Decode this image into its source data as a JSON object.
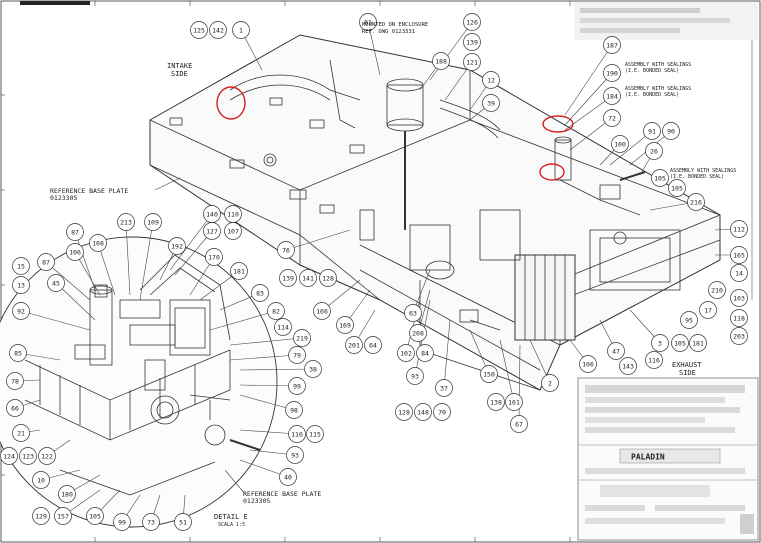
{
  "notes": {
    "mounted": [
      "MOUNTED ON ENCLOSURE",
      "REF. DWG 0123331"
    ],
    "assembly1": [
      "ASSEMBLY WITH SEALINGS",
      "(I.E. BONDED SEAL)"
    ],
    "assembly2": [
      "ASSEMBLY WITH SEALINGS",
      "(I.E. BONDED SEAL)"
    ],
    "assembly3": [
      "ASSEMBLY WITH SEALINGS",
      "(I.E. BONDED SEAL)"
    ],
    "intake": [
      "INTAKE",
      "SIDE"
    ],
    "exhaust": [
      "EXHAUST",
      "SIDE"
    ],
    "refbase": [
      "REFERENCE BASE PLATE",
      "0123305"
    ],
    "refbase2": [
      "REFERENCE BASE PLATE",
      "0123305"
    ],
    "detail": [
      "DETAIL E",
      "SCALA 1:5"
    ]
  },
  "title_block": {
    "logo_text": "PALADIN"
  },
  "balloons": [
    {
      "label": "125",
      "key": "b125"
    },
    {
      "label": "142",
      "key": "b142"
    },
    {
      "label": "1",
      "key": "b1"
    },
    {
      "label": "81",
      "key": "b81"
    },
    {
      "label": "126",
      "key": "b126"
    },
    {
      "label": "139",
      "key": "b139"
    },
    {
      "label": "188",
      "key": "b188"
    },
    {
      "label": "121",
      "key": "b121"
    },
    {
      "label": "12",
      "key": "b12"
    },
    {
      "label": "39",
      "key": "b39"
    },
    {
      "label": "187",
      "key": "b187"
    },
    {
      "label": "190",
      "key": "b190"
    },
    {
      "label": "184",
      "key": "b184"
    },
    {
      "label": "72",
      "key": "b72"
    },
    {
      "label": "91",
      "key": "b91"
    },
    {
      "label": "90",
      "key": "b90"
    },
    {
      "label": "100",
      "key": "b100"
    },
    {
      "label": "26",
      "key": "b26"
    },
    {
      "label": "105",
      "key": "b105a"
    },
    {
      "label": "105",
      "key": "b105b"
    },
    {
      "label": "216",
      "key": "b216"
    },
    {
      "label": "112",
      "key": "b112"
    },
    {
      "label": "165",
      "key": "b165"
    },
    {
      "label": "14",
      "key": "b14"
    },
    {
      "label": "210",
      "key": "b210"
    },
    {
      "label": "103",
      "key": "b103"
    },
    {
      "label": "17",
      "key": "b17"
    },
    {
      "label": "118",
      "key": "b118"
    },
    {
      "label": "95",
      "key": "b95"
    },
    {
      "label": "203",
      "key": "b203"
    },
    {
      "label": "3",
      "key": "b3"
    },
    {
      "label": "105",
      "key": "b105c"
    },
    {
      "label": "181",
      "key": "b181"
    },
    {
      "label": "47",
      "key": "b47"
    },
    {
      "label": "143",
      "key": "b143"
    },
    {
      "label": "116",
      "key": "b116"
    },
    {
      "label": "106",
      "key": "b106"
    },
    {
      "label": "2",
      "key": "b2"
    },
    {
      "label": "67",
      "key": "b67"
    },
    {
      "label": "161",
      "key": "b161"
    },
    {
      "label": "138",
      "key": "b138"
    },
    {
      "label": "150",
      "key": "b150"
    },
    {
      "label": "37",
      "key": "b37"
    },
    {
      "label": "93",
      "key": "b93"
    },
    {
      "label": "102",
      "key": "b102"
    },
    {
      "label": "84",
      "key": "b84"
    },
    {
      "label": "208",
      "key": "b208"
    },
    {
      "label": "63",
      "key": "b63"
    },
    {
      "label": "70",
      "key": "b70"
    },
    {
      "label": "148",
      "key": "b148"
    },
    {
      "label": "128",
      "key": "b128"
    },
    {
      "label": "201",
      "key": "b201"
    },
    {
      "label": "64",
      "key": "b64"
    },
    {
      "label": "169",
      "key": "b169"
    },
    {
      "label": "166",
      "key": "b166"
    },
    {
      "label": "139",
      "key": "b139b"
    },
    {
      "label": "141",
      "key": "b141"
    },
    {
      "label": "128",
      "key": "b128b"
    },
    {
      "label": "76",
      "key": "b76"
    },
    {
      "label": "15",
      "key": "b15"
    },
    {
      "label": "13",
      "key": "b13"
    },
    {
      "label": "87",
      "key": "b87a"
    },
    {
      "label": "87",
      "key": "b87b"
    },
    {
      "label": "106",
      "key": "b106b"
    },
    {
      "label": "108",
      "key": "b108"
    },
    {
      "label": "213",
      "key": "b213"
    },
    {
      "label": "109",
      "key": "b109"
    },
    {
      "label": "140",
      "key": "b140"
    },
    {
      "label": "110",
      "key": "b110"
    },
    {
      "label": "127",
      "key": "b127"
    },
    {
      "label": "107",
      "key": "b107"
    },
    {
      "label": "192",
      "key": "b192"
    },
    {
      "label": "170",
      "key": "b170"
    },
    {
      "label": "181",
      "key": "b181b"
    },
    {
      "label": "83",
      "key": "b83"
    },
    {
      "label": "45",
      "key": "b45"
    },
    {
      "label": "92",
      "key": "b92"
    },
    {
      "label": "82",
      "key": "b82"
    },
    {
      "label": "114",
      "key": "b114"
    },
    {
      "label": "219",
      "key": "b219"
    },
    {
      "label": "79",
      "key": "b79"
    },
    {
      "label": "38",
      "key": "b38"
    },
    {
      "label": "99",
      "key": "b99a"
    },
    {
      "label": "98",
      "key": "b98"
    },
    {
      "label": "116",
      "key": "b116b"
    },
    {
      "label": "115",
      "key": "b115"
    },
    {
      "label": "93",
      "key": "b93b"
    },
    {
      "label": "40",
      "key": "b40"
    },
    {
      "label": "85",
      "key": "b85"
    },
    {
      "label": "78",
      "key": "b78"
    },
    {
      "label": "66",
      "key": "b66"
    },
    {
      "label": "21",
      "key": "b21"
    },
    {
      "label": "124",
      "key": "b124"
    },
    {
      "label": "123",
      "key": "b123"
    },
    {
      "label": "122",
      "key": "b122"
    },
    {
      "label": "10",
      "key": "b10"
    },
    {
      "label": "180",
      "key": "b180"
    },
    {
      "label": "129",
      "key": "b129"
    },
    {
      "label": "157",
      "key": "b157"
    },
    {
      "label": "105",
      "key": "b105d"
    },
    {
      "label": "99",
      "key": "b99b"
    },
    {
      "label": "73",
      "key": "b73"
    },
    {
      "label": "51",
      "key": "b51"
    }
  ]
}
